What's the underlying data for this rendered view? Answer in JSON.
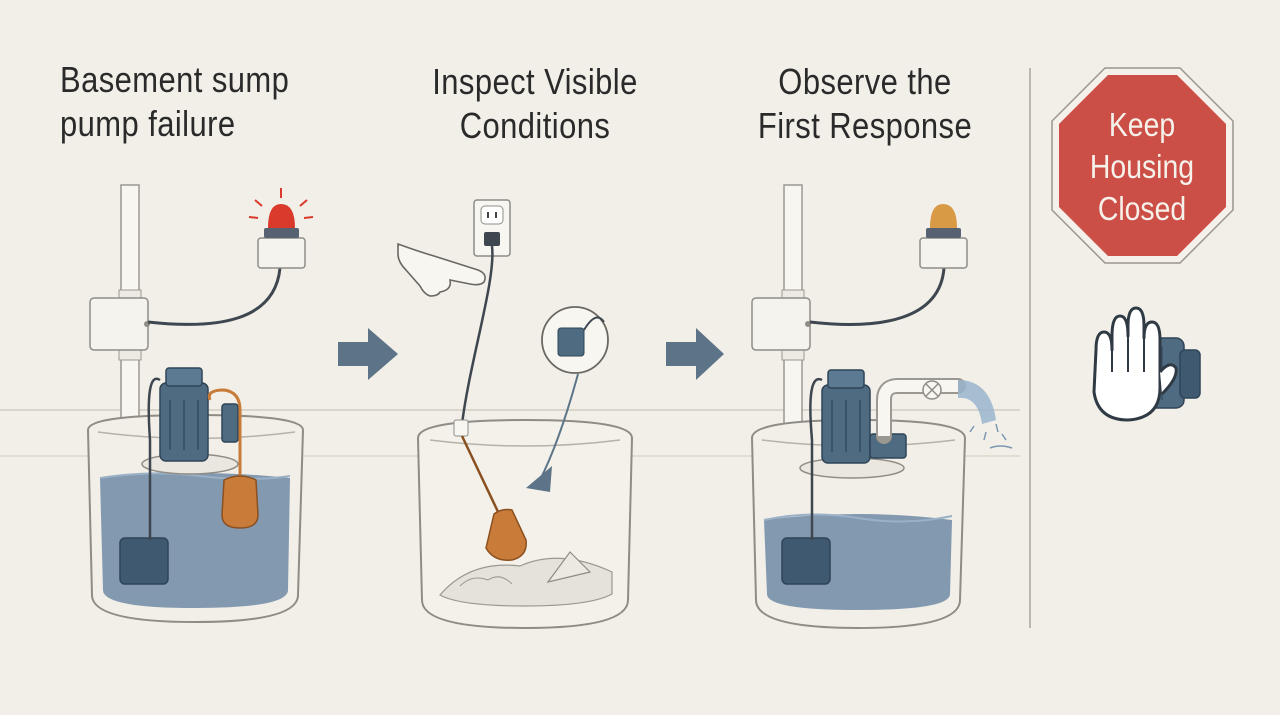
{
  "panels": [
    {
      "title_lines": [
        "Basement sump",
        "pump failure"
      ]
    },
    {
      "title_lines": [
        "Inspect Visible",
        "Conditions"
      ]
    },
    {
      "title_lines": [
        "Observe the",
        "First Response"
      ]
    }
  ],
  "warning": {
    "sign_lines": [
      "Keep",
      "Housing",
      "Closed"
    ]
  },
  "colors": {
    "background": "#f1efe7",
    "water": "#6f8aa6",
    "pump": "#4e6b82",
    "float": "#c97c3a",
    "alarm_red": "#d93a2b",
    "alarm_amber": "#d99a45",
    "stop_sign": "#cc4f47",
    "arrow": "#5d7488"
  },
  "icons": [
    "alarm-light-icon",
    "outlet-icon",
    "pointing-hand-icon",
    "float-switch-icon",
    "arrow-right-icon",
    "stop-sign-icon",
    "raised-hand-icon",
    "pump-motor-icon"
  ]
}
